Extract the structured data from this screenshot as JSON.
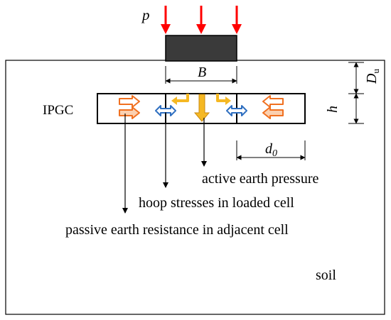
{
  "diagram": {
    "load_symbol": "p",
    "footing_width_symbol": "B",
    "embedment_depth_symbol": "D",
    "embedment_depth_subscript": "u",
    "cell_height_symbol": "h",
    "cell_width_symbol": "d",
    "cell_width_subscript": "0",
    "reinforcement_label": "IPGC",
    "soil_label": "soil",
    "callouts": {
      "active": "active earth pressure",
      "hoop": "hoop stresses in loaded cell",
      "passive": "passive earth resistance in adjacent cell"
    },
    "colors": {
      "load_arrow": "#ff0000",
      "footing": "#3a3a3a",
      "passive_arrow": "#f07020",
      "hoop_arrow": "#2f6fc0",
      "active_arrow": "#f0b020",
      "lines": "#000000"
    }
  }
}
